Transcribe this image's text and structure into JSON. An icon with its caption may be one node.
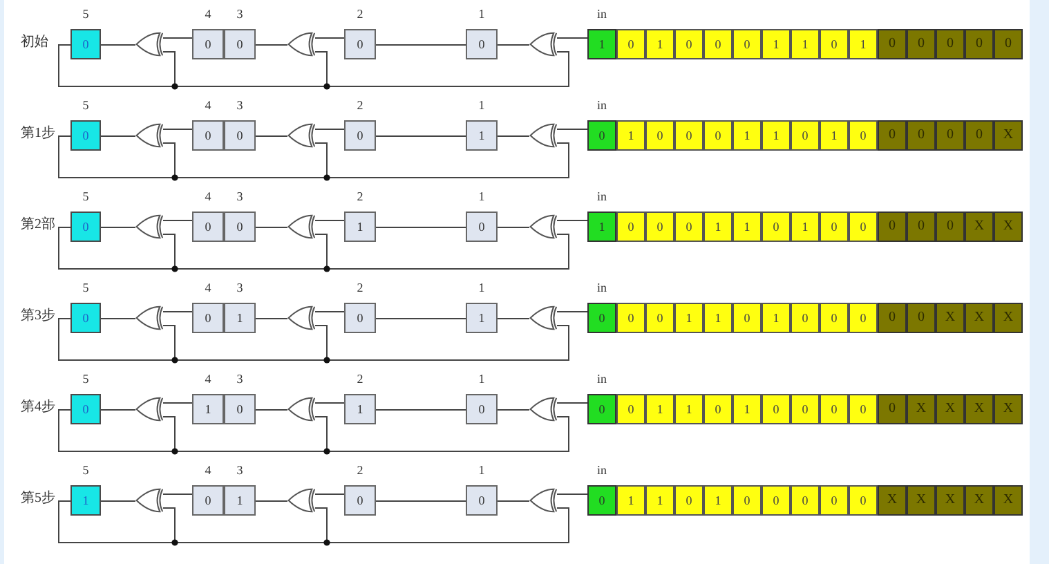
{
  "diagram": {
    "nodes": [
      {
        "text": [
          "0"
        ],
        "beside": [
          "5"
        ]
      },
      {
        "text": [],
        "shape": "gate"
      },
      {
        "text": [
          "0"
        ],
        "beside": [
          "4"
        ]
      },
      {
        "text": [
          "0"
        ],
        "beside": [
          "3"
        ]
      },
      {
        "text": [],
        "shape": "gate"
      },
      {
        "text": [
          "0"
        ],
        "beside": [
          "2"
        ]
      },
      {
        "text": [
          "0"
        ],
        "beside": [
          "1"
        ]
      },
      {
        "text": [],
        "shape": "gate"
      },
      {
        "text": [
          "1"
        ],
        "beside": [
          "in"
        ]
      },
      {
        "text": [
          "0"
        ]
      },
      {
        "text": [
          "1"
        ]
      },
      {
        "text": [
          "0"
        ]
      },
      {
        "text": [
          "0"
        ]
      },
      {
        "text": [
          "0"
        ]
      },
      {
        "text": [
          "1"
        ]
      },
      {
        "text": [
          "1"
        ]
      },
      {
        "text": [
          "0"
        ]
      },
      {
        "text": [
          "1"
        ]
      },
      {
        "text": [
          "0"
        ]
      },
      {
        "text": [
          "0"
        ]
      },
      {
        "text": [
          "0"
        ]
      },
      {
        "text": [
          "0"
        ]
      },
      {
        "text": [
          "0"
        ]
      },
      {
        "text": [
          "0"
        ],
        "beside": [
          "5"
        ]
      },
      {
        "text": [],
        "shape": "gate"
      },
      {
        "text": [
          "0"
        ],
        "beside": [
          "4"
        ]
      },
      {
        "text": [
          "0"
        ],
        "beside": [
          "3"
        ]
      },
      {
        "text": [],
        "shape": "gate"
      },
      {
        "text": [
          "0"
        ],
        "beside": [
          "2"
        ]
      },
      {
        "text": [
          "1"
        ],
        "beside": [
          "1"
        ]
      },
      {
        "text": [],
        "shape": "gate"
      },
      {
        "text": [
          "0"
        ],
        "beside": [
          "in"
        ]
      },
      {
        "text": [
          "1"
        ]
      },
      {
        "text": [
          "0"
        ]
      },
      {
        "text": [
          "0"
        ]
      },
      {
        "text": [
          "0"
        ]
      },
      {
        "text": [
          "1"
        ]
      },
      {
        "text": [
          "1"
        ]
      },
      {
        "text": [
          "0"
        ]
      },
      {
        "text": [
          "1"
        ]
      },
      {
        "text": [
          "0"
        ]
      },
      {
        "text": [
          "0"
        ]
      },
      {
        "text": [
          "0"
        ]
      },
      {
        "text": [
          "0"
        ]
      },
      {
        "text": [
          "0"
        ]
      },
      {
        "text": [
          "X"
        ]
      },
      {
        "text": [
          "0"
        ],
        "beside": [
          "5"
        ]
      },
      {
        "text": [],
        "shape": "gate"
      },
      {
        "text": [
          "0"
        ],
        "beside": [
          "4"
        ]
      },
      {
        "text": [
          "0"
        ],
        "beside": [
          "3"
        ]
      },
      {
        "text": [],
        "shape": "gate"
      },
      {
        "text": [
          "1"
        ],
        "beside": [
          "2"
        ]
      },
      {
        "text": [
          "0"
        ],
        "beside": [
          "1"
        ]
      },
      {
        "text": [],
        "shape": "gate"
      },
      {
        "text": [
          "1"
        ],
        "beside": [
          "in"
        ]
      },
      {
        "text": [
          "0"
        ]
      },
      {
        "text": [
          "0"
        ]
      },
      {
        "text": [
          "0"
        ]
      },
      {
        "text": [
          "1"
        ]
      },
      {
        "text": [
          "1"
        ]
      },
      {
        "text": [
          "0"
        ]
      },
      {
        "text": [
          "1"
        ]
      },
      {
        "text": [
          "0"
        ]
      },
      {
        "text": [
          "0"
        ]
      },
      {
        "text": [
          "0"
        ]
      },
      {
        "text": [
          "0"
        ]
      },
      {
        "text": [
          "0"
        ]
      },
      {
        "text": [
          "X"
        ]
      },
      {
        "text": [
          "X"
        ]
      },
      {
        "text": [
          "0"
        ],
        "beside": [
          "5"
        ]
      },
      {
        "text": [],
        "shape": "gate"
      },
      {
        "text": [
          "0"
        ],
        "beside": [
          "4"
        ]
      },
      {
        "text": [
          "1"
        ],
        "beside": [
          "3"
        ]
      },
      {
        "text": [],
        "shape": "gate"
      },
      {
        "text": [
          "0"
        ],
        "beside": [
          "2"
        ]
      },
      {
        "text": [
          "1"
        ],
        "beside": [
          "1"
        ]
      },
      {
        "text": [],
        "shape": "gate"
      },
      {
        "text": [
          "0"
        ],
        "beside": [
          "in"
        ]
      },
      {
        "text": [
          "0"
        ]
      },
      {
        "text": [
          "0"
        ]
      },
      {
        "text": [
          "1"
        ]
      },
      {
        "text": [
          "1"
        ]
      },
      {
        "text": [
          "0"
        ]
      },
      {
        "text": [
          "1"
        ]
      },
      {
        "text": [
          "0"
        ]
      },
      {
        "text": [
          "0"
        ]
      },
      {
        "text": [
          "0"
        ]
      },
      {
        "text": [
          "0"
        ]
      },
      {
        "text": [
          "0"
        ]
      },
      {
        "text": [
          "X"
        ]
      },
      {
        "text": [
          "X"
        ]
      },
      {
        "text": [
          "X"
        ]
      },
      {
        "text": [
          "0"
        ],
        "beside": [
          "5"
        ]
      },
      {
        "text": [],
        "shape": "gate"
      },
      {
        "text": [
          "1"
        ],
        "beside": [
          "4"
        ]
      },
      {
        "text": [
          "0"
        ],
        "beside": [
          "3"
        ]
      },
      {
        "text": [],
        "shape": "gate"
      },
      {
        "text": [
          "1"
        ],
        "beside": [
          "2"
        ]
      },
      {
        "text": [
          "0"
        ],
        "beside": [
          "1"
        ]
      },
      {
        "text": [],
        "shape": "gate"
      },
      {
        "text": [
          "0"
        ],
        "beside": [
          "in"
        ]
      },
      {
        "text": [
          "0"
        ]
      },
      {
        "text": [
          "1"
        ]
      },
      {
        "text": [
          "1"
        ]
      },
      {
        "text": [
          "0"
        ]
      },
      {
        "text": [
          "1"
        ]
      },
      {
        "text": [
          "0"
        ]
      },
      {
        "text": [
          "0"
        ]
      },
      {
        "text": [
          "0"
        ]
      },
      {
        "text": [
          "0"
        ]
      },
      {
        "text": [
          "0"
        ]
      },
      {
        "text": [
          "X"
        ]
      },
      {
        "text": [
          "X"
        ]
      },
      {
        "text": [
          "X"
        ]
      },
      {
        "text": [
          "X"
        ]
      },
      {
        "text": [
          "1"
        ],
        "beside": [
          "5"
        ]
      },
      {
        "text": [],
        "shape": "gate"
      },
      {
        "text": [
          "0"
        ],
        "beside": [
          "4"
        ]
      },
      {
        "text": [
          "1"
        ],
        "beside": [
          "3"
        ]
      },
      {
        "text": [],
        "shape": "gate"
      },
      {
        "text": [
          "0"
        ],
        "beside": [
          "2"
        ]
      },
      {
        "text": [
          "0"
        ],
        "beside": [
          "1"
        ]
      },
      {
        "text": [],
        "shape": "gate"
      },
      {
        "text": [
          "0"
        ],
        "beside": [
          "in"
        ]
      },
      {
        "text": [
          "1"
        ]
      },
      {
        "text": [
          "1"
        ]
      },
      {
        "text": [
          "0"
        ]
      },
      {
        "text": [
          "1"
        ]
      },
      {
        "text": [
          "0"
        ]
      },
      {
        "text": [
          "0"
        ]
      },
      {
        "text": [
          "0"
        ]
      },
      {
        "text": [
          "0"
        ]
      },
      {
        "text": [
          "0"
        ]
      },
      {
        "text": [
          "X"
        ]
      },
      {
        "text": [
          "X"
        ]
      },
      {
        "text": [
          "X"
        ]
      },
      {
        "text": [
          "X"
        ]
      },
      {
        "text": [
          "X"
        ]
      }
    ],
    "edges": [
      {
        "from": 8,
        "to": 7,
        "arrow": "none"
      },
      {
        "from": 7,
        "to": 6,
        "arrow": "none"
      },
      {
        "from": 6,
        "to": 5,
        "arrow": "none"
      },
      {
        "from": 5,
        "to": 4,
        "arrow": "none"
      },
      {
        "from": 4,
        "to": 3,
        "arrow": "none"
      },
      {
        "from": 2,
        "to": 1,
        "arrow": "none"
      },
      {
        "from": 1,
        "to": 0,
        "arrow": "none"
      },
      {
        "from": 0,
        "to": 1,
        "arrow": "none"
      },
      {
        "from": 0,
        "to": 4,
        "arrow": "none"
      },
      {
        "from": 0,
        "to": 7,
        "arrow": "none"
      },
      {
        "from": 31,
        "to": 30,
        "arrow": "none"
      },
      {
        "from": 30,
        "to": 29,
        "arrow": "none"
      },
      {
        "from": 29,
        "to": 28,
        "arrow": "none"
      },
      {
        "from": 28,
        "to": 27,
        "arrow": "none"
      },
      {
        "from": 27,
        "to": 26,
        "arrow": "none"
      },
      {
        "from": 25,
        "to": 24,
        "arrow": "none"
      },
      {
        "from": 24,
        "to": 23,
        "arrow": "none"
      },
      {
        "from": 23,
        "to": 24,
        "arrow": "none"
      },
      {
        "from": 23,
        "to": 27,
        "arrow": "none"
      },
      {
        "from": 23,
        "to": 30,
        "arrow": "none"
      },
      {
        "from": 54,
        "to": 53,
        "arrow": "none"
      },
      {
        "from": 53,
        "to": 52,
        "arrow": "none"
      },
      {
        "from": 52,
        "to": 51,
        "arrow": "none"
      },
      {
        "from": 51,
        "to": 50,
        "arrow": "none"
      },
      {
        "from": 50,
        "to": 49,
        "arrow": "none"
      },
      {
        "from": 48,
        "to": 47,
        "arrow": "none"
      },
      {
        "from": 47,
        "to": 46,
        "arrow": "none"
      },
      {
        "from": 46,
        "to": 47,
        "arrow": "none"
      },
      {
        "from": 46,
        "to": 50,
        "arrow": "none"
      },
      {
        "from": 46,
        "to": 53,
        "arrow": "none"
      },
      {
        "from": 77,
        "to": 76,
        "arrow": "none"
      },
      {
        "from": 76,
        "to": 75,
        "arrow": "none"
      },
      {
        "from": 75,
        "to": 74,
        "arrow": "none"
      },
      {
        "from": 74,
        "to": 73,
        "arrow": "none"
      },
      {
        "from": 73,
        "to": 72,
        "arrow": "none"
      },
      {
        "from": 71,
        "to": 70,
        "arrow": "none"
      },
      {
        "from": 70,
        "to": 69,
        "arrow": "none"
      },
      {
        "from": 69,
        "to": 70,
        "arrow": "none"
      },
      {
        "from": 69,
        "to": 73,
        "arrow": "none"
      },
      {
        "from": 69,
        "to": 76,
        "arrow": "none"
      },
      {
        "from": 100,
        "to": 99,
        "arrow": "none"
      },
      {
        "from": 99,
        "to": 98,
        "arrow": "none"
      },
      {
        "from": 98,
        "to": 97,
        "arrow": "none"
      },
      {
        "from": 97,
        "to": 96,
        "arrow": "none"
      },
      {
        "from": 96,
        "to": 95,
        "arrow": "none"
      },
      {
        "from": 94,
        "to": 93,
        "arrow": "none"
      },
      {
        "from": 93,
        "to": 92,
        "arrow": "none"
      },
      {
        "from": 92,
        "to": 93,
        "arrow": "none"
      },
      {
        "from": 92,
        "to": 96,
        "arrow": "none"
      },
      {
        "from": 92,
        "to": 99,
        "arrow": "none"
      },
      {
        "from": 123,
        "to": 122,
        "arrow": "none"
      },
      {
        "from": 122,
        "to": 121,
        "arrow": "none"
      },
      {
        "from": 121,
        "to": 120,
        "arrow": "none"
      },
      {
        "from": 120,
        "to": 119,
        "arrow": "none"
      },
      {
        "from": 119,
        "to": 118,
        "arrow": "none"
      },
      {
        "from": 117,
        "to": 116,
        "arrow": "none"
      },
      {
        "from": 116,
        "to": 115,
        "arrow": "none"
      },
      {
        "from": 115,
        "to": 116,
        "arrow": "none"
      },
      {
        "from": 115,
        "to": 119,
        "arrow": "none"
      },
      {
        "from": 115,
        "to": 122,
        "arrow": "none"
      }
    ],
    "labels": [
      "初始",
      "第1步",
      "第2部",
      "第3步",
      "第4步",
      "第5步"
    ]
  }
}
